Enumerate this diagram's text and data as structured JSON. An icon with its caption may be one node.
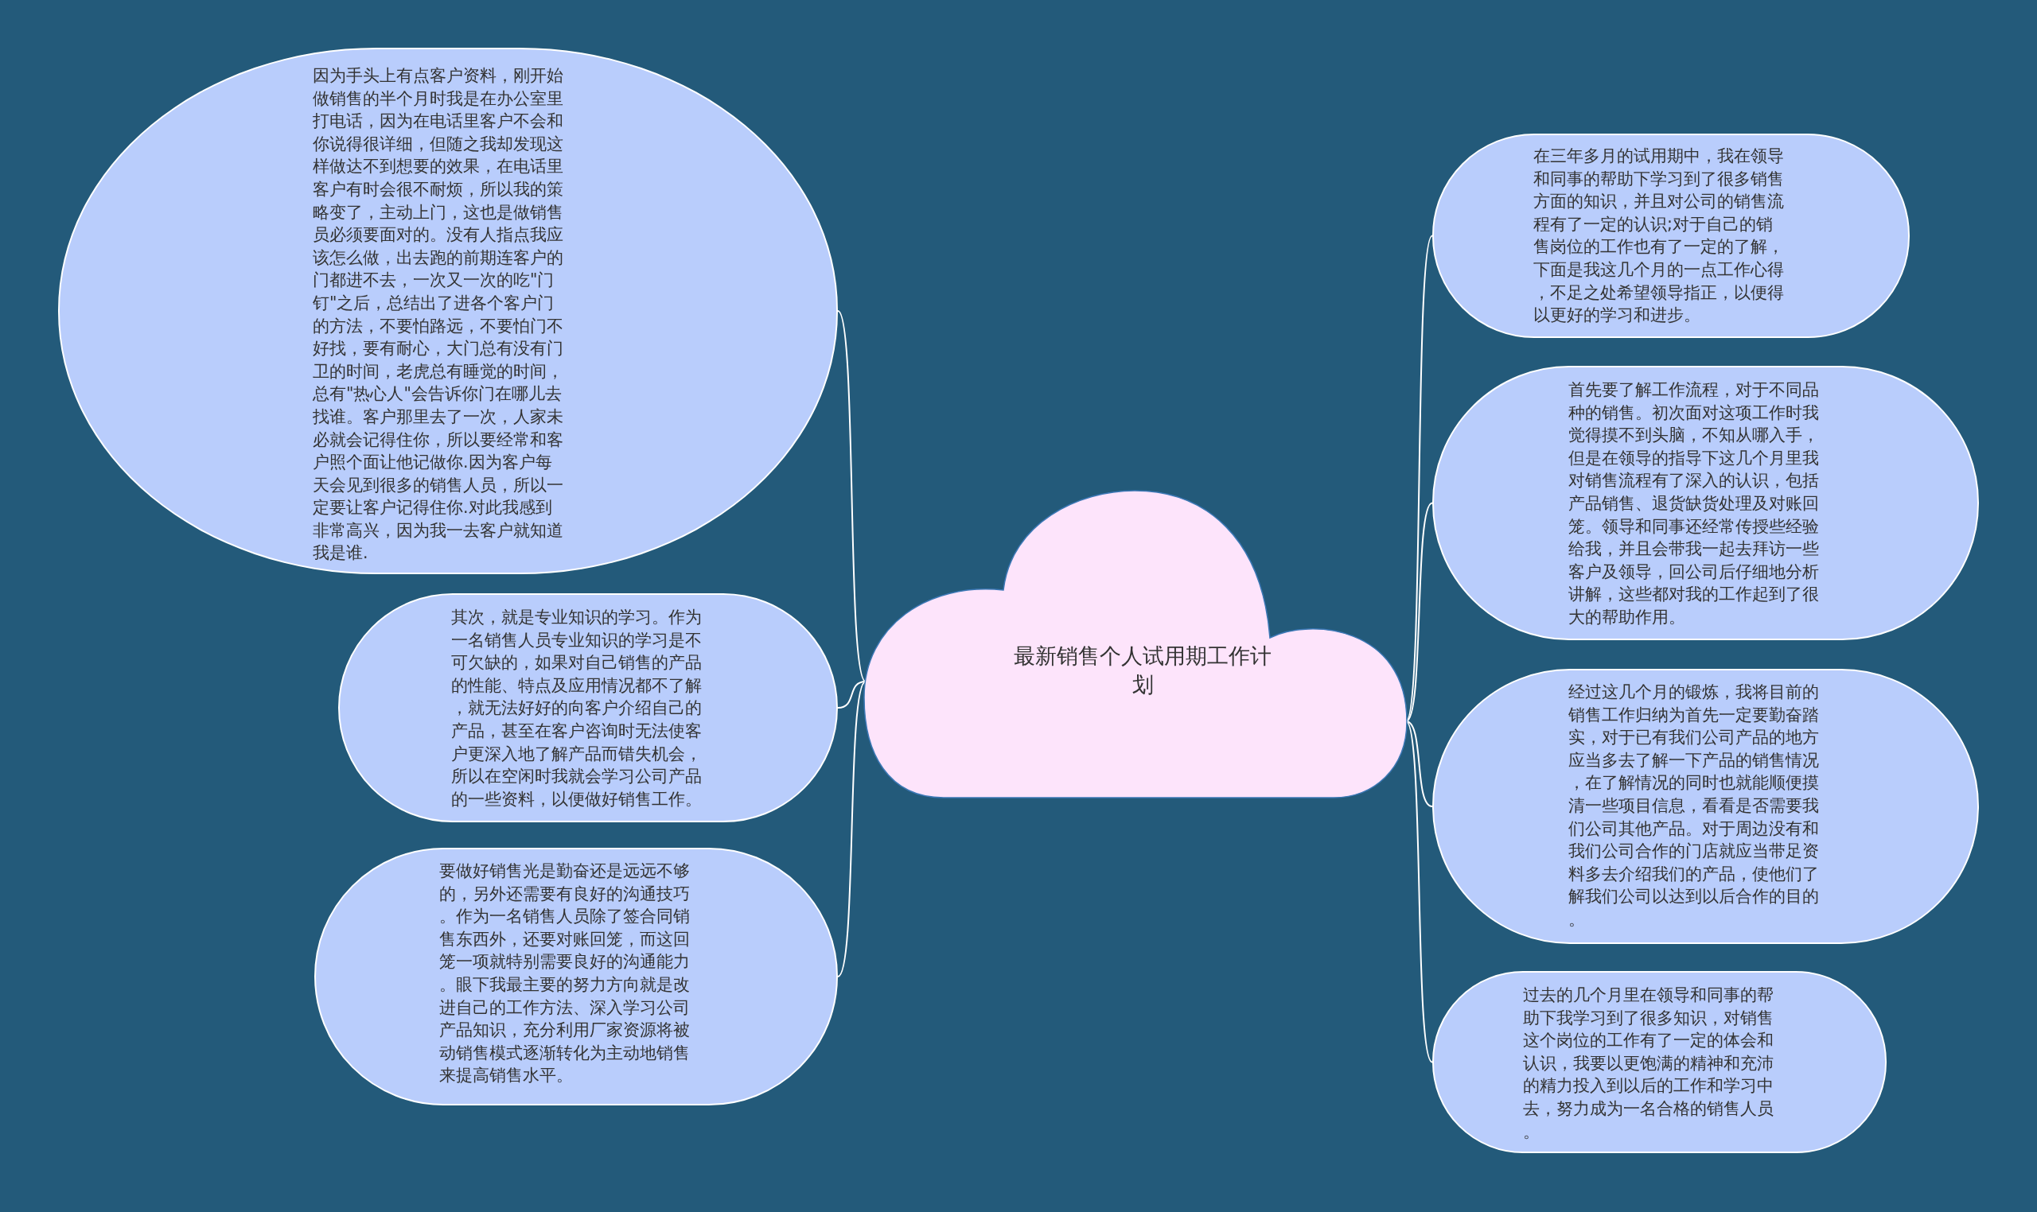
{
  "diagram": {
    "nodes": [
      {
        "text": [
          "最新销售个人试用期工作计划"
        ]
      },
      {
        "text": [
          "因为手头上有点客户资料，刚开始做销售的半个月时我是在办公室里打电话，因为在电话里客户不会和你说得很详细，但随之我却发现这样做达不到想要的效果，在电话里客户有时会很不耐烦，所以我的策略变了，主动上门，这也是做销售员必须要面对的。没有人指点我应该怎么做，出去跑的前期连客户的门都进不去，一次又一次的吃\"门钉\"之后，总结出了进各个客户门的方法，不要怕路远，不要怕门不好找，要有耐心，大门总有没有门卫的时间，老虎总有睡觉的时间，总有\"热心人\"会告诉你门在哪儿去找谁。客户那里去了一次，人家未必就会记得住你，所以要经常和客户照个面让他记做你.因为客户每天会见到很多的销售人员，所以一定要让客户记得住你.对此我感到非常高兴，因为我一去客户就知道我是谁."
        ]
      },
      {
        "text": [
          "其次，就是专业知识的学习。作为一名销售人员专业知识的学习是不可欠缺的，如果对自己销售的产品的性能、特点及应用情况都不了解，就无法好好的向客户介绍自己的产品，甚至在客户咨询时无法使客户更深入地了解产品而错失机会，所以在空闲时我就会学习公司产品的一些资料，以便做好销售工作。"
        ]
      },
      {
        "text": [
          "要做好销售光是勤奋还是远远不够的，另外还需要有良好的沟通技巧。作为一名销售人员除了签合同销售东西外，还要对账回笼，而这回笼一项就特别需要良好的沟通能力。眼下我最主要的努力方向就是改进自己的工作方法、深入学习公司产品知识，充分利用厂家资源将被动销售模式逐渐转化为主动地销售来提高销售水平。"
        ]
      },
      {
        "text": [
          "在三年多月的试用期中，我在领导和同事的帮助下学习到了很多销售方面的知识，并且对公司的销售流程有了一定的认识;对于自己的销售岗位的工作也有了一定的了解，下面是我这几个月的一点工作心得，不足之处希望领导指正，以便得以更好的学习和进步。"
        ]
      },
      {
        "text": [
          "首先要了解工作流程，对于不同品种的销售。初次面对这项工作时我觉得摸不到头脑，不知从哪入手，但是在领导的指导下这几个月里我对销售流程有了深入的认识，包括产品销售、退货缺货处理及对账回笼。领导和同事还经常传授些经验给我，并且会带我一起去拜访一些客户及领导，回公司后仔细地分析讲解，这些都对我的工作起到了很大的帮助作用。"
        ]
      },
      {
        "text": [
          "经过这几个月的锻炼，我将目前的销售工作归纳为首先一定要勤奋踏实，对于已有我们公司产品的地方应当多去了解一下产品的销售情况，在了解情况的同时也就能顺便摸清一些项目信息，看看是否需要我们公司其他产品。对于周边没有和我们公司合作的门店就应当带足资料多去介绍我们的产品，使他们了解我们公司以达到以后合作的目的。"
        ]
      },
      {
        "text": [
          "过去的几个月里在领导和同事的帮助下我学习到了很多知识，对销售这个岗位的工作有了一定的体会和认识，我要以更饱满的精神和充沛的精力投入到以后的工作和学习中去，努力成为一名合格的销售人员。"
        ]
      }
    ],
    "edges": [
      {
        "from": 0,
        "to": 1,
        "arrow": "none"
      },
      {
        "from": 0,
        "to": 2,
        "arrow": "none"
      },
      {
        "from": 0,
        "to": 3,
        "arrow": "none"
      },
      {
        "from": 0,
        "to": 4,
        "arrow": "none"
      },
      {
        "from": 0,
        "to": 5,
        "arrow": "none"
      },
      {
        "from": 0,
        "to": 6,
        "arrow": "none"
      },
      {
        "from": 0,
        "to": 7,
        "arrow": "none"
      }
    ]
  }
}
